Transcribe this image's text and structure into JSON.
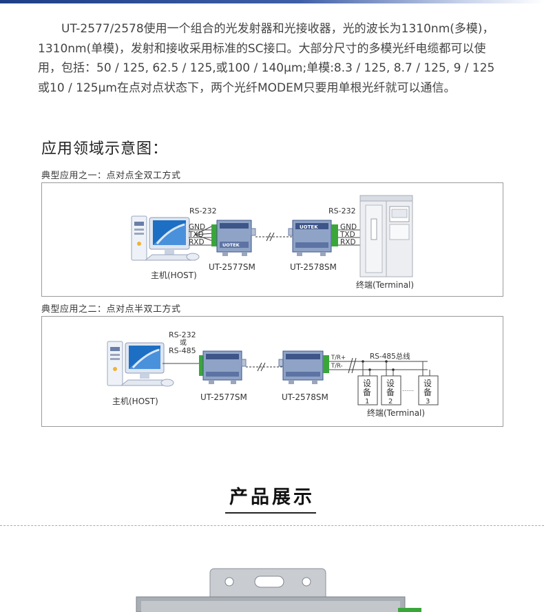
{
  "intro_paragraph": "UT-2577/2578使用一个组合的光发射器和光接收器，光的波长为1310nm(多模)，1310nm(单模)，发射和接收采用标准的SC接口。大部分尺寸的多模光纤电缆都可以使用，包括：50 / 125, 62.5 / 125,或100 / 140µm;单模:8.3 / 125, 8.7 / 125, 9 / 125 或10 / 125µm在点对点状态下，两个光纤MODEM只要用单根光纤就可以通信。",
  "section_title": "应用领域示意图：",
  "case1": {
    "label": "典型应用之一：点对点全双工方式",
    "rs232_left": "RS-232",
    "rs232_right": "RS-232",
    "pins_left": [
      "GND",
      "TXD",
      "RXD"
    ],
    "pins_right": [
      "GND",
      "TXD",
      "RXD"
    ],
    "host_label": "主机(HOST)",
    "device_left": "UT-2577SM",
    "device_right": "UT-2578SM",
    "terminal_label": "终端(Terminal)",
    "brand": "UOTEK"
  },
  "case2": {
    "label": "典型应用之二：点对点半双工方式",
    "rs232": "RS-232",
    "or": "或",
    "rs485": "RS-485",
    "bus_label": "RS-485总线",
    "pins": [
      "T/R+",
      "T/R-"
    ],
    "host_label": "主机(HOST)",
    "device_left": "UT-2577SM",
    "device_right": "UT-2578SM",
    "terminal_label": "终端(Terminal)",
    "devices": [
      {
        "l1": "设",
        "l2": "备",
        "n": "1"
      },
      {
        "l1": "设",
        "l2": "备",
        "n": "2"
      },
      {
        "l1": "设",
        "l2": "备",
        "n": "3"
      }
    ],
    "ellipsis": "......"
  },
  "product_title": "产品展示",
  "colors": {
    "topbar": "#1e3f86",
    "device_body": "#8fa3c7",
    "device_dark": "#3d5587",
    "connector_green": "#3aa63a",
    "monitor_screen": "#1d6fc4",
    "pc_tower": "#eef2f8"
  }
}
